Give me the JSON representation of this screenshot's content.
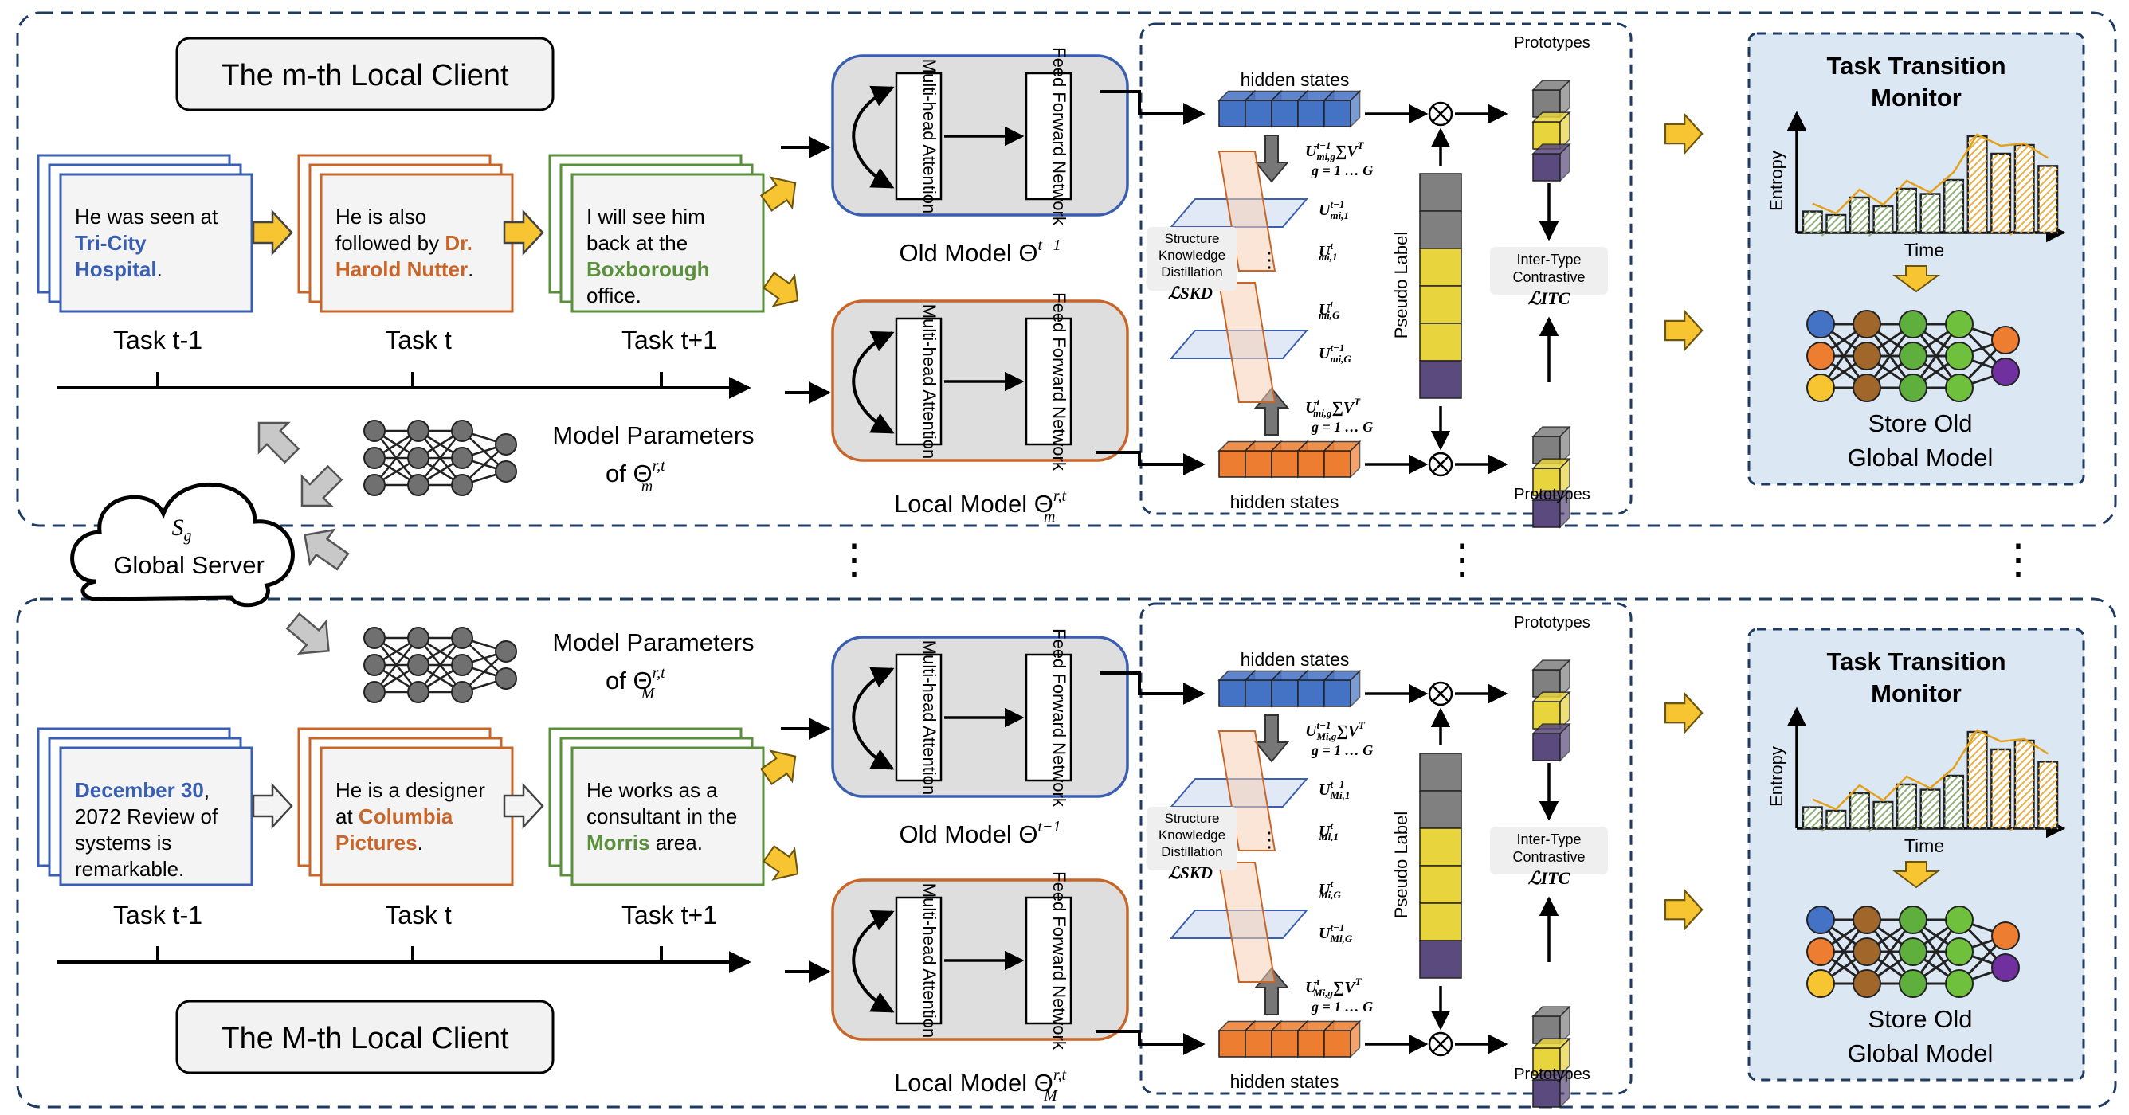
{
  "colors": {
    "blue": "#3A5FB0",
    "orange": "#C8662A",
    "green": "#5A8F3C",
    "arrow_yellow": "#F6C531",
    "monitor_bg": "#DCE7F4",
    "model_bg": "#DEDEDE",
    "dash": "#1F3B63",
    "cube_blue": "#4472C4",
    "cube_orange": "#ED7D31",
    "cube_gray": "#808080",
    "cube_yellow": "#E8D43C",
    "cube_purple": "#5A4A7D"
  },
  "clients": [
    {
      "title": "The m-th Local Client",
      "tasks": [
        {
          "label": "Task t-1",
          "parts": [
            [
              "He was seen at",
              "plain"
            ],
            [
              "Tri-City",
              "blue"
            ],
            [
              "Hospital",
              "blue"
            ],
            [
              ".",
              "plain"
            ]
          ]
        },
        {
          "label": "Task t",
          "parts": [
            [
              "He is also",
              "plain"
            ],
            [
              "followed by ",
              "plain"
            ],
            [
              "Dr.",
              "orange"
            ],
            [
              "Harold Nutter",
              "orange"
            ],
            [
              ".",
              "plain"
            ]
          ]
        },
        {
          "label": "Task t+1",
          "parts": [
            [
              "I will see him",
              "plain"
            ],
            [
              "back at the",
              "plain"
            ],
            [
              "Boxborough",
              "green"
            ],
            [
              "office.",
              "plain"
            ]
          ]
        }
      ],
      "model_params": {
        "line1": "Model Parameters",
        "line2": "of Θ",
        "sub": "m",
        "sup": "r,t"
      },
      "old_model": {
        "attn": "Multi-head Attention",
        "ffn": "Feed Forward Network",
        "label": "Old Model Θ",
        "sup": "t−1"
      },
      "local_model": {
        "attn": "Multi-head Attention",
        "ffn": "Feed Forward Network",
        "label": "Local Model Θ",
        "sub": "m",
        "sup": "r,t"
      },
      "distill": {
        "hidden_states_top": "hidden states",
        "hidden_states_bottom": "hidden states",
        "prototypes_top": "Prototypes",
        "prototypes_bottom": "Prototypes",
        "pseudo_label": "Pseudo Label",
        "skd": [
          "Structure",
          "Knowledge",
          "Distillation"
        ],
        "skd_loss": "ℒSKD",
        "itc": [
          "Inter-Type",
          "Contrastive"
        ],
        "itc_loss": "ℒITC",
        "u_top_1": "U",
        "u_top_1_sub": "mi,g",
        "u_top_1_sup": "t−1",
        "u_top_2": "∑V",
        "u_top_2_sup": "T",
        "g_range_top": "g = 1 … G",
        "u_bot_1": "U",
        "u_bot_1_sub": "mi,g",
        "u_bot_1_sup": "t",
        "u_bot_2": "∑V",
        "u_bot_2_sup": "T",
        "g_range_bottom": "g = 1 … G",
        "plane_labels": [
          {
            "base": "U",
            "sub": "mi,1",
            "sup": "t−1"
          },
          {
            "base": "U",
            "sub": "mi,1",
            "sup": "t"
          },
          {
            "base": "U",
            "sub": "mi,G",
            "sup": "t"
          },
          {
            "base": "U",
            "sub": "mi,G",
            "sup": "t−1"
          }
        ]
      },
      "monitor": {
        "title1": "Task Transition",
        "title2": "Monitor",
        "ylabel": "Entropy",
        "xlabel": "Time",
        "store1": "Store Old",
        "store2": "Global Model"
      }
    },
    {
      "title": "The M-th Local Client",
      "tasks": [
        {
          "label": "Task t-1",
          "parts": [
            [
              "December 30",
              "blue"
            ],
            [
              ",",
              "plain"
            ],
            [
              "2072 Review of",
              "plain"
            ],
            [
              "systems is",
              "plain"
            ],
            [
              "remarkable.",
              "plain"
            ]
          ]
        },
        {
          "label": "Task t",
          "parts": [
            [
              "He is a designer",
              "plain"
            ],
            [
              "at ",
              "plain"
            ],
            [
              "Columbia",
              "orange"
            ],
            [
              "Pictures",
              "orange"
            ],
            [
              ".",
              "plain"
            ]
          ]
        },
        {
          "label": "Task t+1",
          "parts": [
            [
              "He works as a",
              "plain"
            ],
            [
              "consultant in the",
              "plain"
            ],
            [
              "Morris",
              "green"
            ],
            [
              " area.",
              "plain"
            ]
          ]
        }
      ],
      "model_params": {
        "line1": "Model Parameters",
        "line2": "of Θ",
        "sub": "M",
        "sup": "r,t"
      },
      "old_model": {
        "attn": "Multi-head Attention",
        "ffn": "Feed Forward Network",
        "label": "Old Model Θ",
        "sup": "t−1"
      },
      "local_model": {
        "attn": "Multi-head Attention",
        "ffn": "Feed Forward Network",
        "label": "Local Model Θ",
        "sub": "M",
        "sup": "r,t"
      },
      "distill": {
        "hidden_states_top": "hidden states",
        "hidden_states_bottom": "hidden states",
        "prototypes_top": "Prototypes",
        "prototypes_bottom": "Prototypes",
        "pseudo_label": "Pseudo Label",
        "skd": [
          "Structure",
          "Knowledge",
          "Distillation"
        ],
        "skd_loss": "ℒSKD",
        "itc": [
          "Inter-Type",
          "Contrastive"
        ],
        "itc_loss": "ℒITC",
        "u_top_1": "U",
        "u_top_1_sub": "Mi,g",
        "u_top_1_sup": "t−1",
        "u_top_2": "∑V",
        "u_top_2_sup": "T",
        "g_range_top": "g = 1 … G",
        "u_bot_1": "U",
        "u_bot_1_sub": "Mi,g",
        "u_bot_1_sup": "t",
        "u_bot_2": "∑V",
        "u_bot_2_sup": "T",
        "g_range_bottom": "g = 1 … G",
        "plane_labels": [
          {
            "base": "U",
            "sub": "Mi,1",
            "sup": "t−1"
          },
          {
            "base": "U",
            "sub": "Mi,1",
            "sup": "t"
          },
          {
            "base": "U",
            "sub": "Mi,G",
            "sup": "t"
          },
          {
            "base": "U",
            "sub": "Mi,G",
            "sup": "t−1"
          }
        ]
      },
      "monitor": {
        "title1": "Task Transition",
        "title2": "Monitor",
        "ylabel": "Entropy",
        "xlabel": "Time",
        "store1": "Store Old",
        "store2": "Global Model"
      }
    }
  ],
  "server": {
    "symbol": "S",
    "symbol_sub": "g",
    "label": "Global Server"
  },
  "ellipsis": "⋮",
  "entropy_bars": [
    0.12,
    0.1,
    0.2,
    0.15,
    0.25,
    0.22,
    0.3,
    0.55,
    0.45,
    0.5,
    0.38
  ]
}
